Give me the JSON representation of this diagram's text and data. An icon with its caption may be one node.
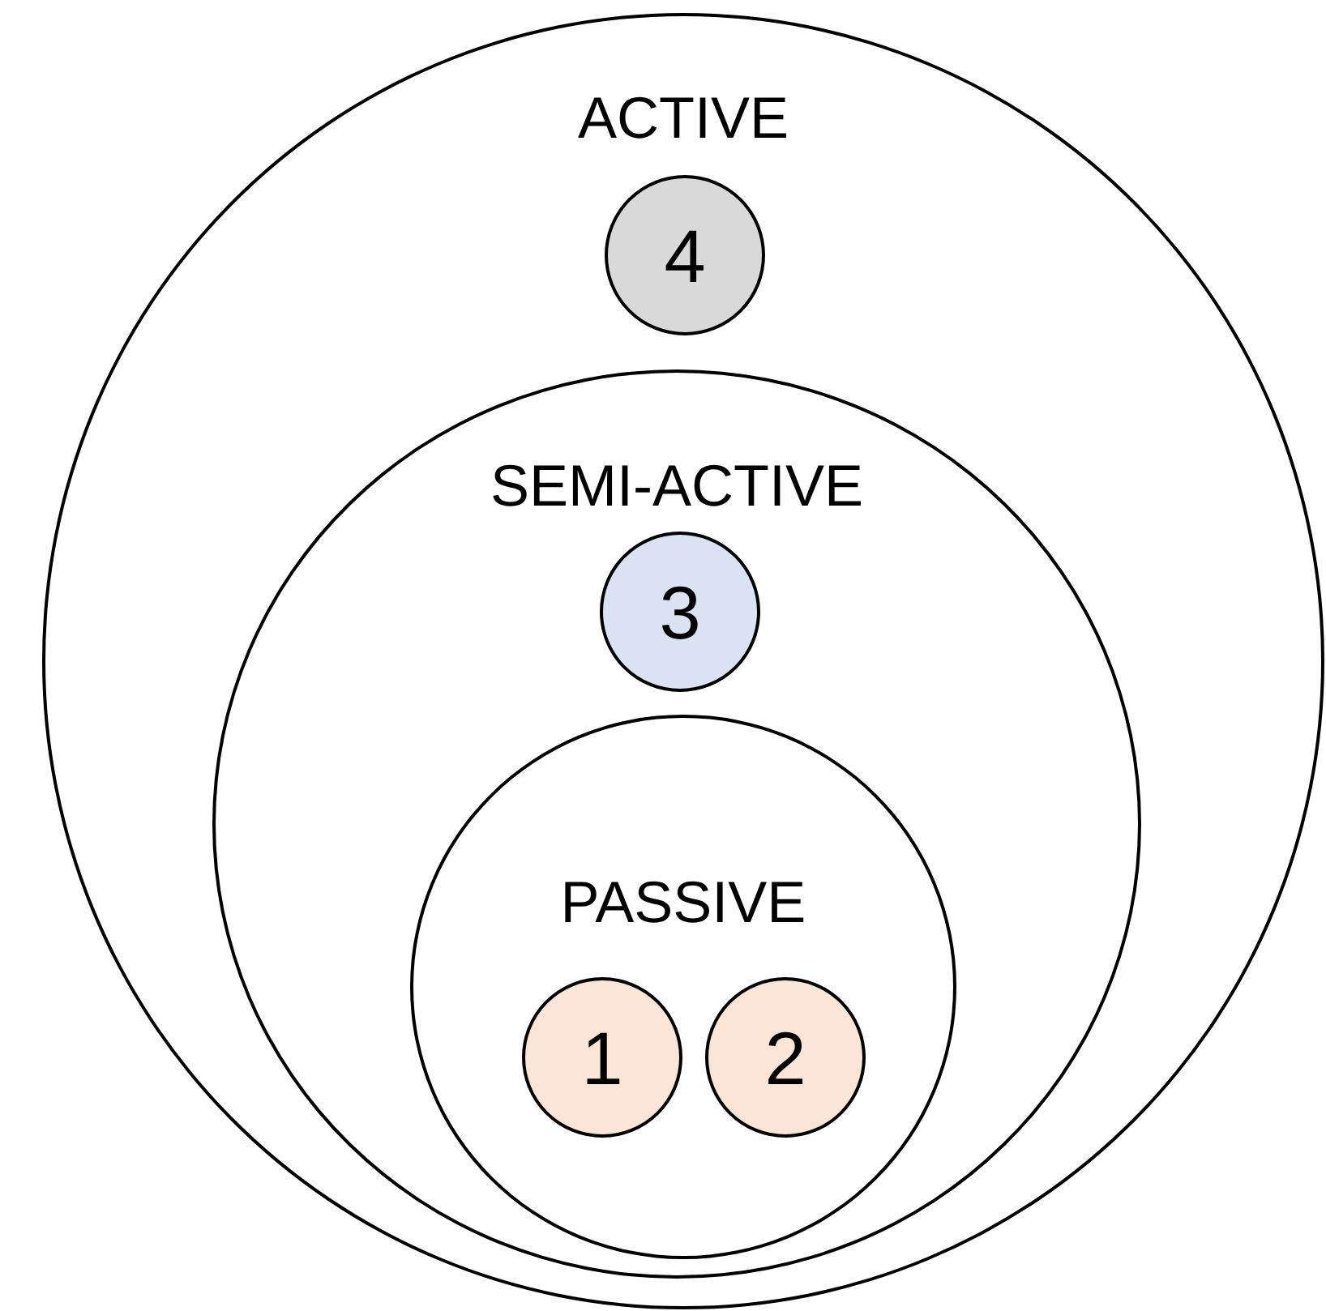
{
  "diagram": {
    "nodes": [
      {
        "text": [
          "ACTIVE"
        ]
      },
      {
        "text": [
          "4"
        ],
        "in": 0
      },
      {
        "text": [
          "SEMI-ACTIVE"
        ],
        "in": 0
      },
      {
        "text": [
          "3"
        ],
        "in": 2
      },
      {
        "text": [
          "PASSIVE"
        ],
        "in": 2
      },
      {
        "text": [
          "1"
        ],
        "in": 4
      },
      {
        "text": [
          "2"
        ],
        "in": 4
      }
    ]
  }
}
